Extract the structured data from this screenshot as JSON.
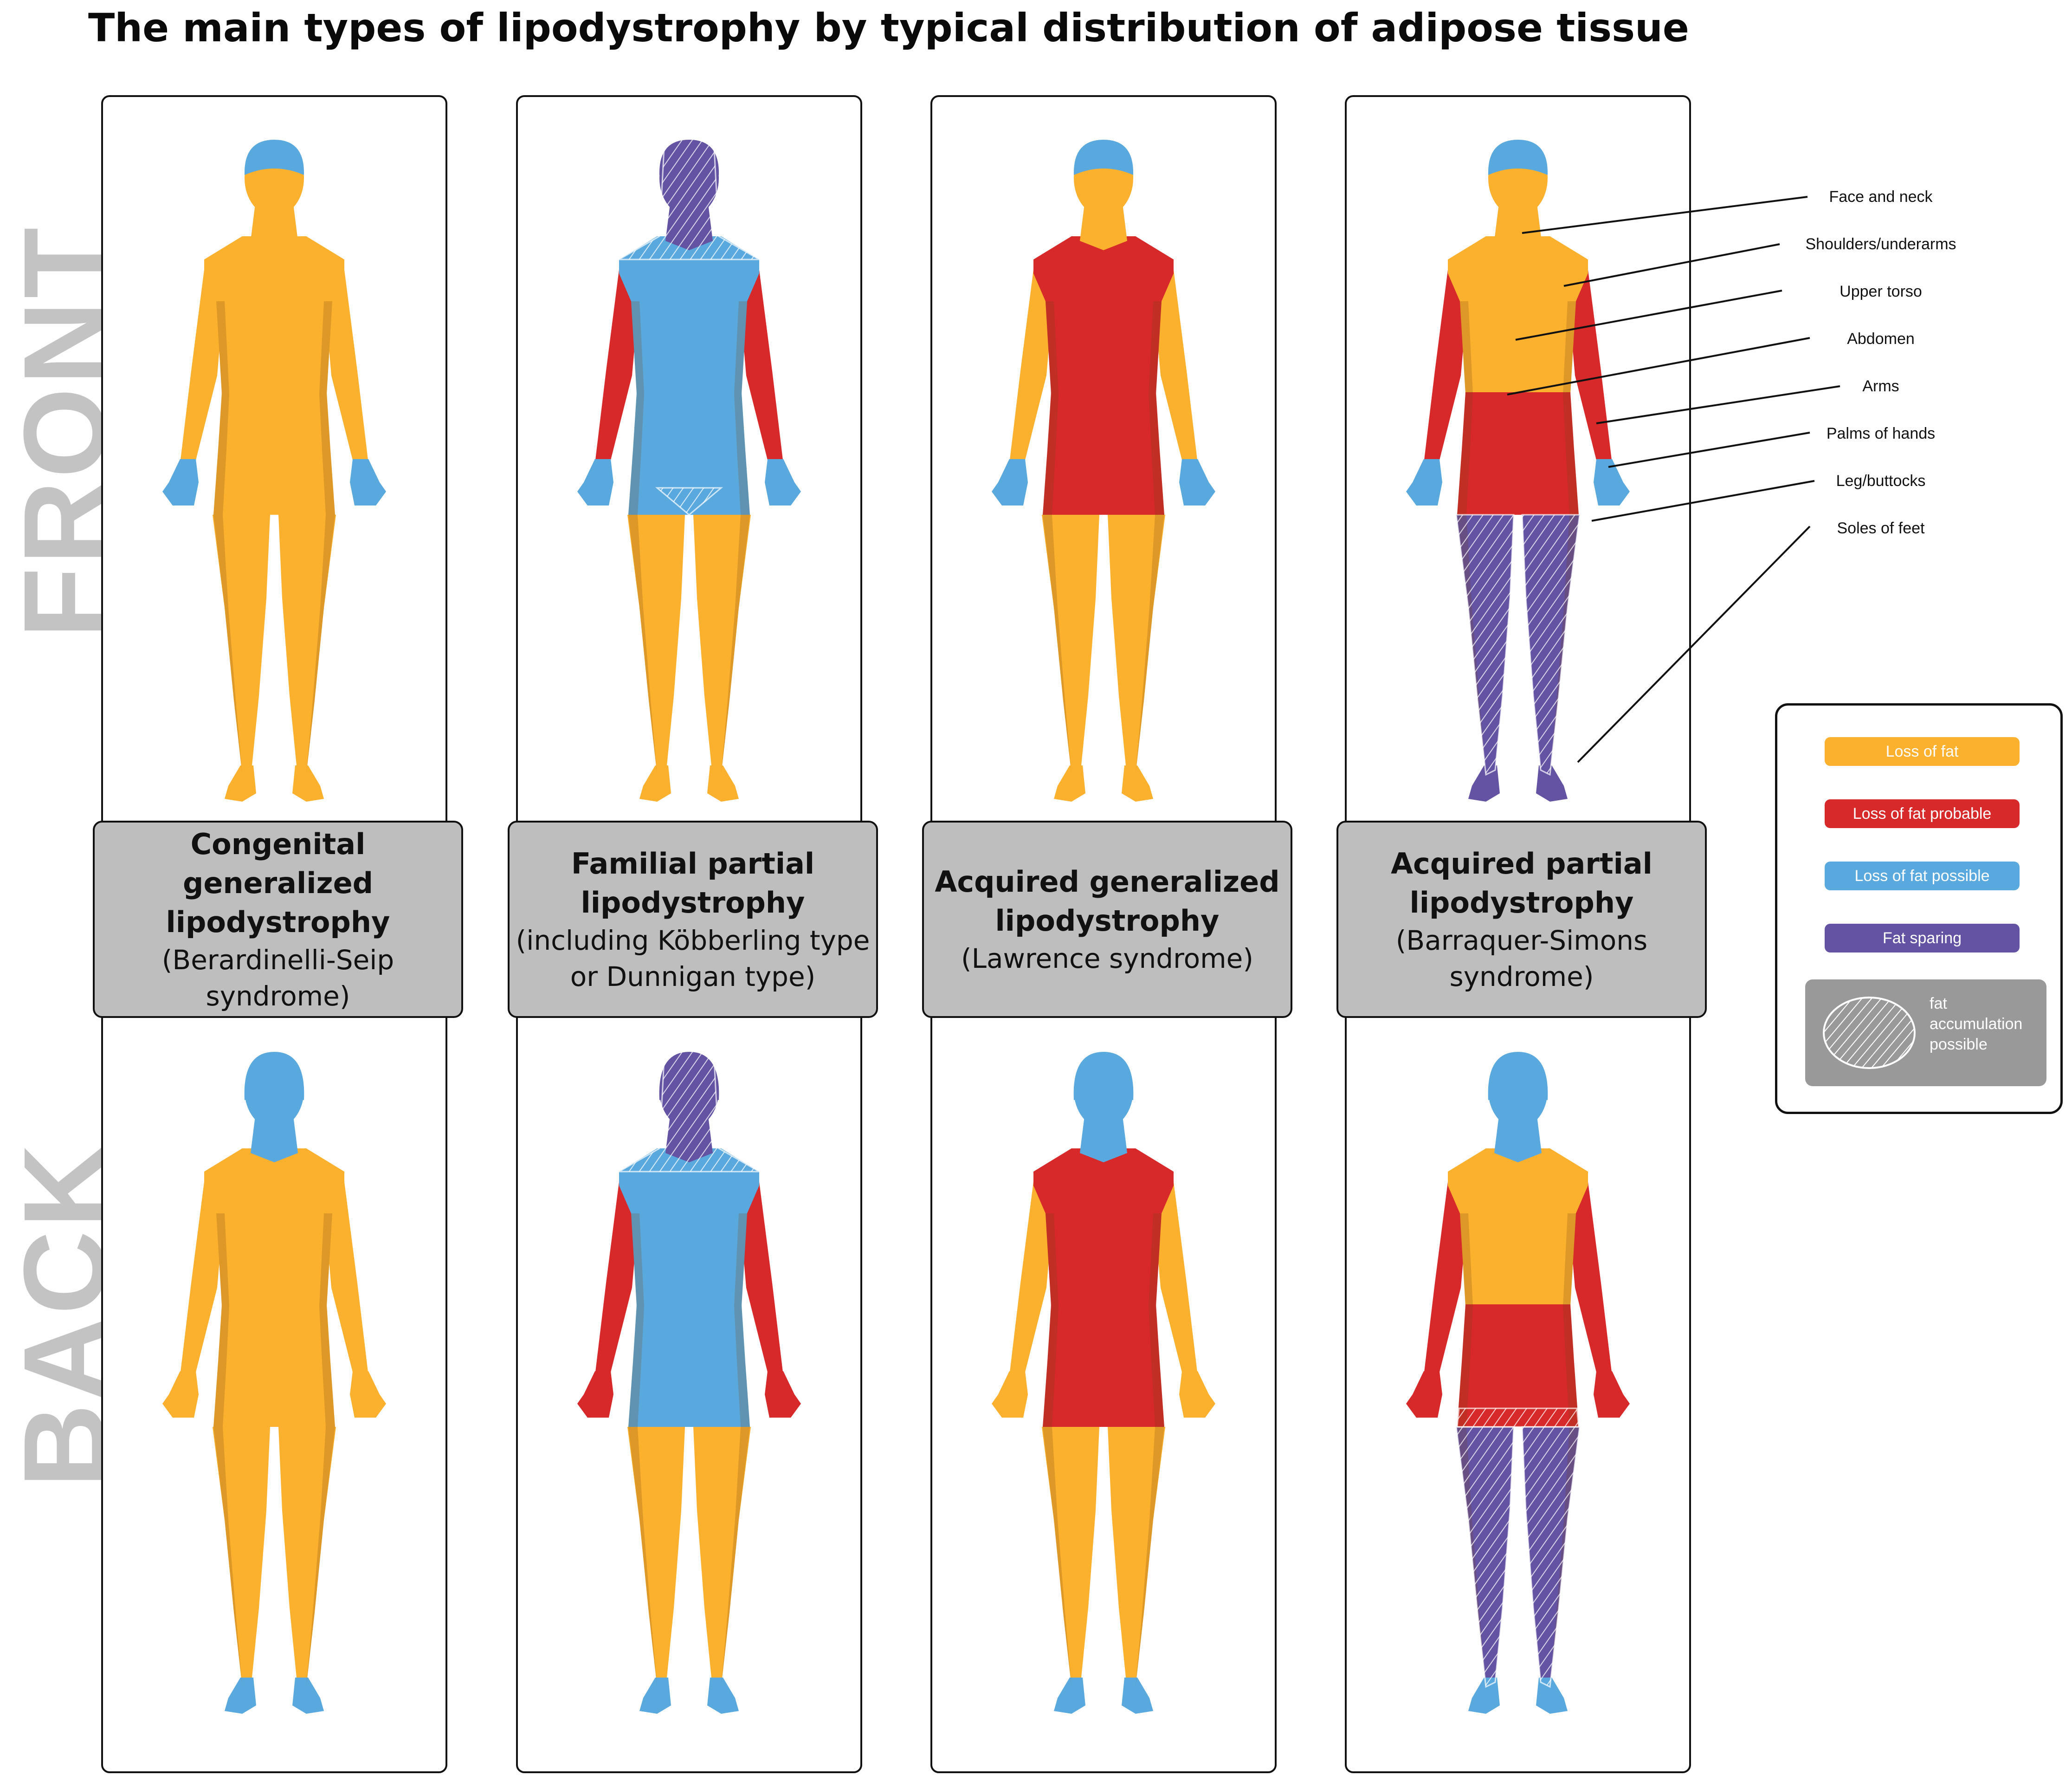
{
  "title": "The main types of lipodystrophy by typical distribution of adipose tissue",
  "side_labels": {
    "front": "FRONT",
    "back": "BACK"
  },
  "types": [
    {
      "name": "Congenital generalized lipodystrophy",
      "subtitle": "(Berardinelli-Seip syndrome)",
      "front": {
        "head": "#5aa9de",
        "face": "#fbb02e",
        "upper": "#fbb02e",
        "arms": "#fbb02e",
        "hands": "#5aa9de",
        "abdomen": "#fbb02e",
        "legs": "#fbb02e",
        "feet": "#fbb02e"
      },
      "back": {
        "head": "#5aa9de",
        "face": "#5aa9de",
        "upper": "#fbb02e",
        "arms": "#fbb02e",
        "hands": "#fbb02e",
        "abdomen": "#fbb02e",
        "legs": "#fbb02e",
        "feet": "#5aa9de"
      }
    },
    {
      "name": "Familial partial lipodystrophy",
      "subtitle": "(including Köbberling type or Dunnigan type)",
      "front": {
        "head": "#6452a3",
        "face": "#6452a3",
        "upper": "#5aa9de",
        "arms": "#d7282a",
        "hands": "#5aa9de",
        "abdomen": "#5aa9de",
        "legs": "#fbb02e",
        "feet": "#fbb02e"
      },
      "back": {
        "head": "#6452a3",
        "face": "#6452a3",
        "upper": "#5aa9de",
        "arms": "#d7282a",
        "hands": "#d7282a",
        "abdomen": "#5aa9de",
        "legs": "#fbb02e",
        "feet": "#5aa9de"
      }
    },
    {
      "name": "Acquired generalized lipodystrophy",
      "subtitle": "(Lawrence syndrome)",
      "front": {
        "head": "#5aa9de",
        "face": "#fbb02e",
        "upper": "#d7282a",
        "arms": "#fbb02e",
        "hands": "#5aa9de",
        "abdomen": "#d7282a",
        "legs": "#fbb02e",
        "feet": "#fbb02e"
      },
      "back": {
        "head": "#5aa9de",
        "face": "#5aa9de",
        "upper": "#d7282a",
        "arms": "#fbb02e",
        "hands": "#fbb02e",
        "abdomen": "#d7282a",
        "legs": "#fbb02e",
        "feet": "#5aa9de"
      }
    },
    {
      "name": "Acquired partial lipodystrophy",
      "subtitle": "(Barraquer-Simons syndrome)",
      "front": {
        "head": "#5aa9de",
        "face": "#fbb02e",
        "upper": "#fbb02e",
        "arms": "#d7282a",
        "hands": "#5aa9de",
        "abdomen": "#d7282a",
        "legs": "#6452a3",
        "feet": "#6452a3"
      },
      "back": {
        "head": "#5aa9de",
        "face": "#5aa9de",
        "upper": "#fbb02e",
        "arms": "#d7282a",
        "hands": "#d7282a",
        "abdomen": "#d7282a",
        "legs": "#6452a3",
        "feet": "#5aa9de"
      }
    }
  ],
  "body_regions": [
    "Face and neck",
    "Shoulders/underarms",
    "Upper torso",
    "Abdomen",
    "Arms",
    "Palms of hands",
    "Leg/buttocks",
    "Soles of feet"
  ],
  "legend": {
    "items": [
      {
        "label": "Loss of fat",
        "color": "#fbb02e"
      },
      {
        "label": "Loss of fat probable",
        "color": "#d7282a"
      },
      {
        "label": "Loss of fat possible",
        "color": "#5aa9de"
      },
      {
        "label": "Fat sparing",
        "color": "#6452a3"
      }
    ],
    "hatch_label": "fat accumulation possible"
  }
}
